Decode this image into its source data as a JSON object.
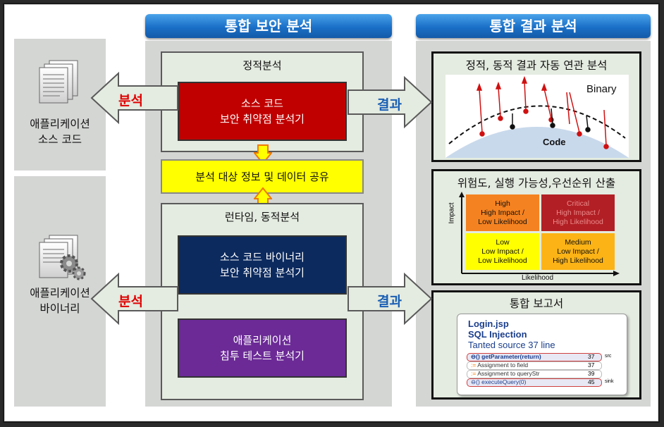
{
  "center_header": "통합 보안 분석",
  "right_header": "통합 결과 분석",
  "left": {
    "source_label": [
      "애플리케이션",
      "소스 코드"
    ],
    "binary_label": [
      "애플리케이션",
      "바이너리"
    ]
  },
  "center": {
    "static_title": "정적분석",
    "static_tool": [
      "소스 코드",
      "보안 취약점 분석기"
    ],
    "share_label": "분석 대상 정보 및 데이터 공유",
    "dynamic_title": "런타임, 동적분석",
    "binary_tool": [
      "소스 코드 바이너리",
      "보안 취약점 분석기"
    ],
    "pentest_tool": [
      "애플리케이션",
      "침투 테스트 분석기"
    ]
  },
  "arrows": {
    "analysis": "분석",
    "result": "결과"
  },
  "right": {
    "corr_title": "정적, 동적 결과 자동 연관 분석",
    "binary_text": "Binary",
    "code_text": "Code",
    "risk_title": "위험도, 실행 가능성,우선순위 산출",
    "impact_axis": "Impact",
    "likelihood_axis": "Likelihood",
    "cells": {
      "high": [
        "High",
        "High Impact /",
        "Low Likelihood"
      ],
      "critical": [
        "Critical",
        "High Impact /",
        "High Likelihood"
      ],
      "low": [
        "Low",
        "Low Impact /",
        "Low Likelihood"
      ],
      "medium": [
        "Medium",
        "Low Impact /",
        "High Likelihood"
      ]
    },
    "report_title": "통합 보고서",
    "report": {
      "file": "Login.jsp",
      "vuln": "SQL Injection",
      "tainted": "Tanted source 37 line",
      "rows": [
        {
          "text": "getParameter(return)",
          "num": "37",
          "tag": "src"
        },
        {
          "text": "Assignment to field",
          "num": "37",
          "tag": ""
        },
        {
          "text": "Assignment to queryStr",
          "num": "39",
          "tag": ""
        },
        {
          "text": "executeQuery(0)",
          "num": "45",
          "tag": "sink"
        }
      ]
    }
  },
  "colors": {
    "header_blue": "#1a6fc7",
    "static_tool": "#c00000",
    "binary_tool": "#0c2a5e",
    "pentest_tool": "#6b2a96",
    "share_box": "#ffff00",
    "cell_high": "#f58220",
    "cell_critical": "#b21f24",
    "cell_low": "#ffff00",
    "cell_medium": "#fbb315"
  }
}
